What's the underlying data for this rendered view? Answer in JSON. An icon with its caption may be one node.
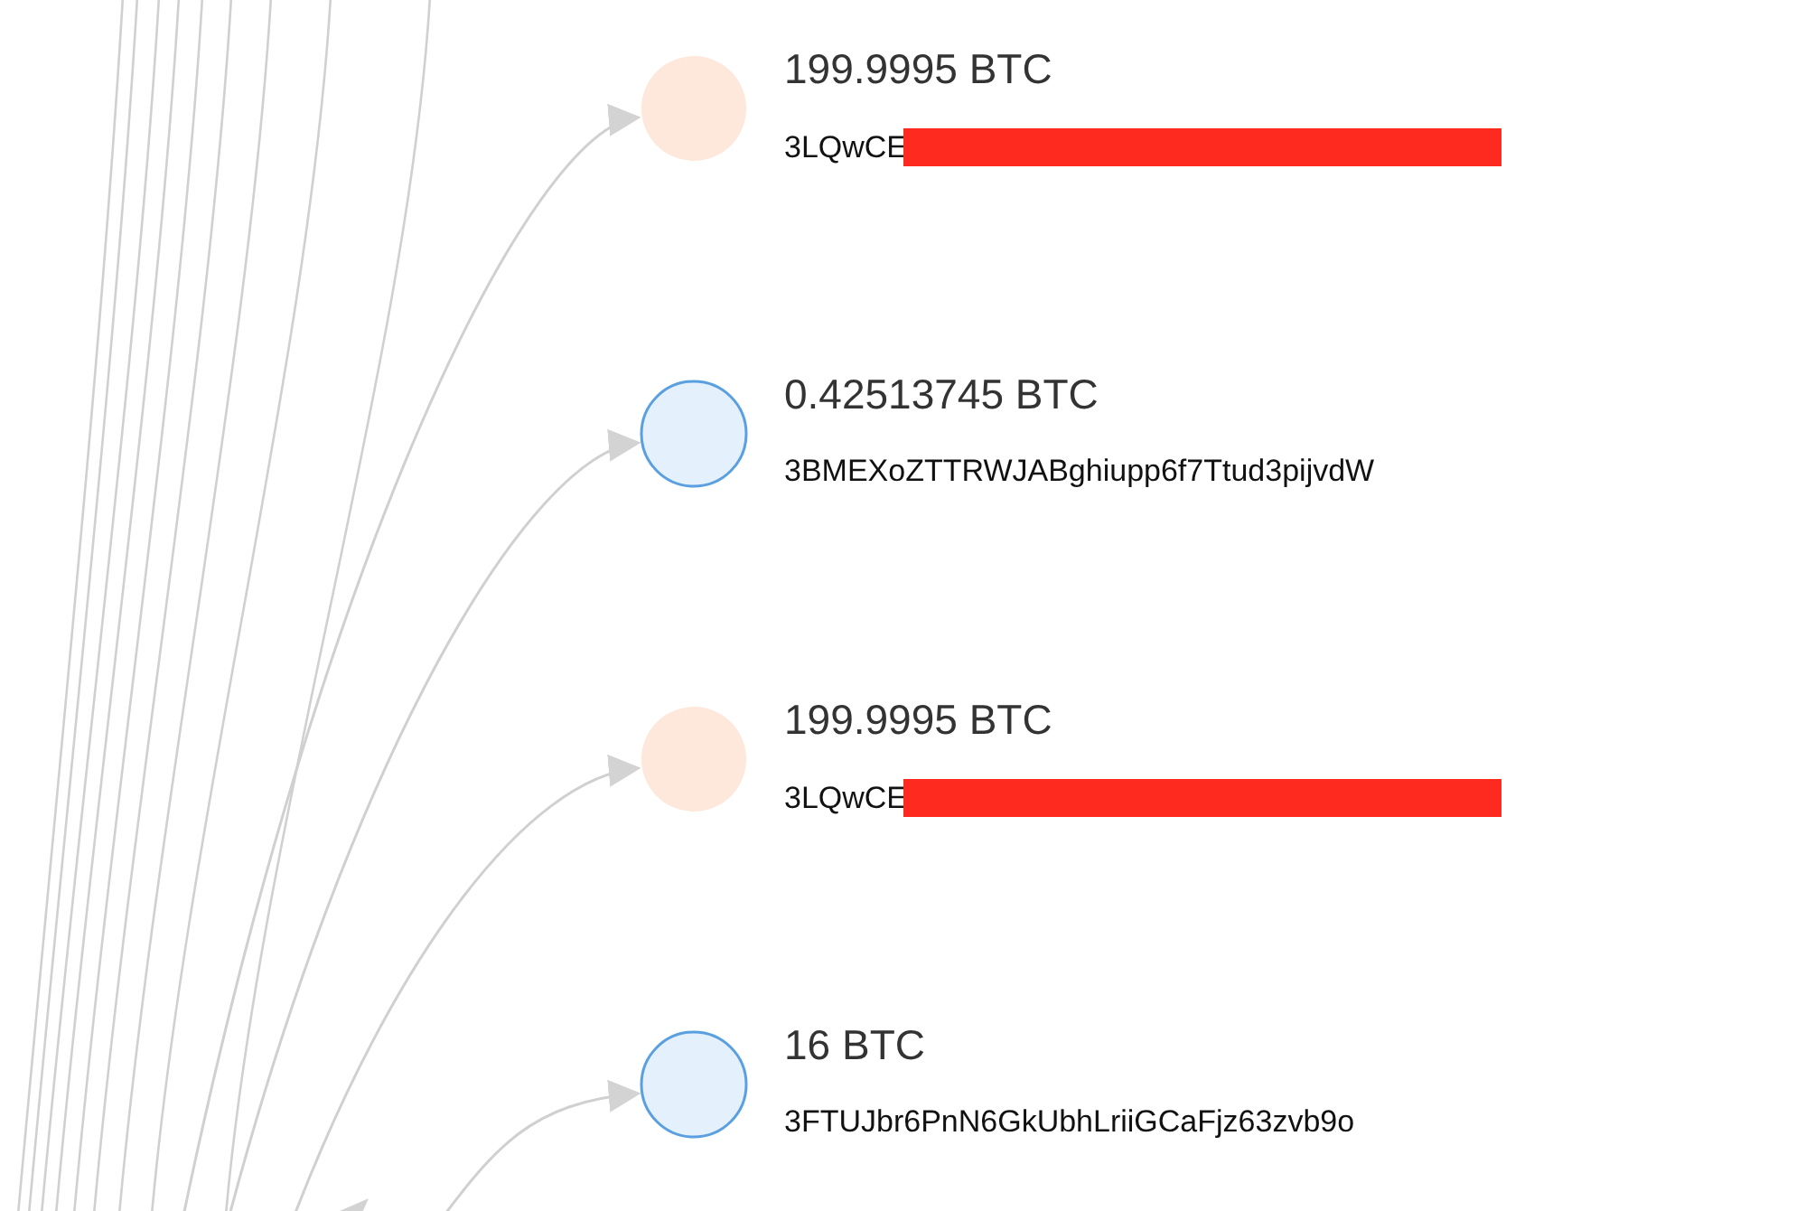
{
  "diagram": {
    "nodes": [
      {
        "text": [
          "199.9995 BTC",
          "3LQwCE"
        ]
      },
      {
        "text": [
          "0.42513745 BTC",
          "3BMEXoZTTRWJABghiupp6f7Ttud3pijvdW"
        ]
      },
      {
        "text": [
          "199.9995 BTC",
          "3LQwCE"
        ]
      },
      {
        "text": [
          "16 BTC",
          "3FTUJbr6PnN6GkUbhLriiGCaFjz63zvb9o"
        ]
      }
    ],
    "edges": [
      {
        "from": null,
        "to": 0,
        "arrow": "to"
      },
      {
        "from": null,
        "to": 1,
        "arrow": "to"
      },
      {
        "from": null,
        "to": 2,
        "arrow": "to"
      },
      {
        "from": null,
        "to": 3,
        "arrow": "to"
      }
    ]
  }
}
